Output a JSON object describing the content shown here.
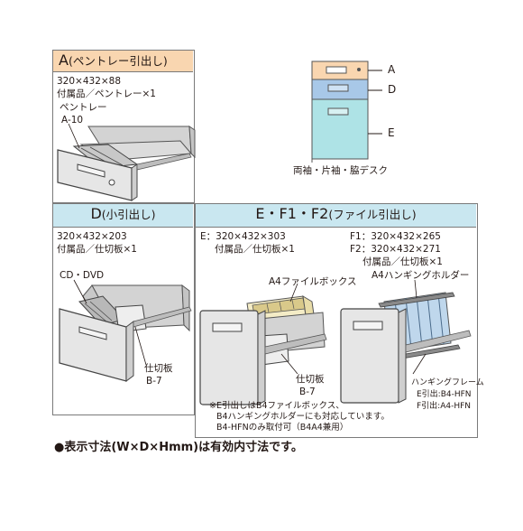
{
  "panel_a": {
    "header_main": "A",
    "header_sub": "(ペントレー引出し)",
    "spec_size": "320×432×88",
    "spec_accessory": "付属品／ペントレー×1",
    "label_pen_tray": "ペントレー",
    "label_pen_tray_code": "A-10"
  },
  "desk": {
    "label_a": "A",
    "label_d": "D",
    "label_e": "E",
    "caption": "両袖・片袖・脇デスク"
  },
  "panel_d": {
    "header_main": "D",
    "header_sub": "(小引出し)",
    "spec_size": "320×432×203",
    "spec_accessory": "付属品／仕切板×1",
    "label_cd": "CD・DVD",
    "label_divider": "仕切板",
    "label_divider_code": "B-7"
  },
  "panel_ef": {
    "header_main": "E・F1・F2",
    "header_sub": "(ファイル引出し)",
    "spec_e_size": "E：320×432×303",
    "spec_e_accessory": "付属品／仕切板×1",
    "spec_f1_size": "F1：320×432×265",
    "spec_f2_size": "F2：320×432×271",
    "spec_f_accessory": "付属品／仕切板×1",
    "label_file_box": "A4ファイルボックス",
    "label_hanging_holder": "A4ハンギングホルダー",
    "label_divider": "仕切板",
    "label_divider_code": "B-7",
    "label_frame": "ハンギングフレーム",
    "label_frame_e": "E引出:B4-HFN",
    "label_frame_f": "F引出:A4-HFN",
    "note_line1": "※E引出しはB4ファイルボックス、",
    "note_line2": "B4ハンギングホルダーにも対応しています。",
    "note_line3": "B4-HFNのみ取付可（B4A4兼用）"
  },
  "footer": {
    "text": "●表示寸法(W×D×Hmm)は有効内寸法です。"
  },
  "colors": {
    "header_a": "#f9d6b0",
    "header_d_ef": "#c9e7f0",
    "drawer_face": "#e6e6e6",
    "drawer_inner": "#d3d3d3",
    "file_box": "#f4ecc6",
    "hanging": "#bfd7ec",
    "desk_top": "#f9d6b0",
    "desk_mid": "#a8c8e8",
    "desk_bottom": "#aee3e6",
    "border": "#7a7a7a"
  }
}
